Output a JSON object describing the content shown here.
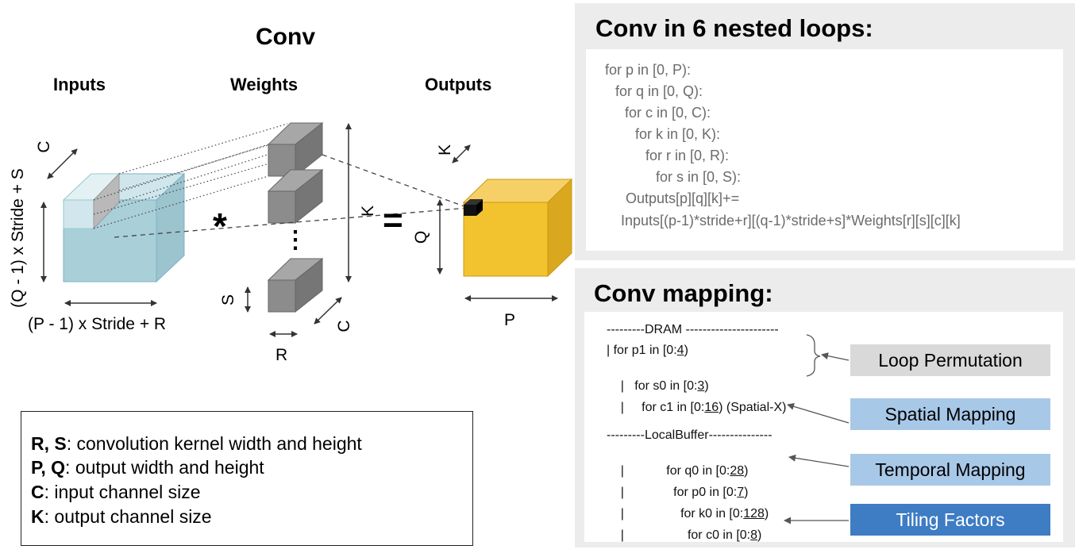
{
  "diagram": {
    "title": "Conv",
    "inputs_label": "Inputs",
    "weights_label": "Weights",
    "outputs_label": "Outputs",
    "input_dims": {
      "channel": "C",
      "height": "(Q - 1) x Stride + S",
      "width": "(P - 1) x Stride + R"
    },
    "weight_dims": {
      "count": "K",
      "height": "S",
      "width": "R",
      "channel": "C",
      "dots": "⋮"
    },
    "output_dims": {
      "channel": "K",
      "height": "Q",
      "width": "P"
    },
    "operator_conv": "*",
    "operator_eq": "="
  },
  "legend": [
    {
      "key": "R, S",
      "desc": ": convolution kernel width and height"
    },
    {
      "key": "P, Q",
      "desc": ": output width and height"
    },
    {
      "key": "C",
      "desc": ": input channel size"
    },
    {
      "key": "K",
      "desc": ": output channel size"
    }
  ],
  "loops_panel": {
    "title": "Conv in 6 nested loops:",
    "lines": [
      "for p in [0, P):",
      "for q in [0, Q):",
      "for c in [0, C):",
      "for k in [0, K):",
      "for r in [0, R):",
      "for s in [0, S):",
      "Outputs[p][q][k]+=",
      "Inputs[(p-1)*stride+r][(q-1)*stride+s]*Weights[r][s][c][k]"
    ]
  },
  "mapping_panel": {
    "title": "Conv mapping:",
    "dram_header": "---------DRAM ----------------------",
    "dram_loops": [
      {
        "prefix": "| for p1 in [0:",
        "factor": "4",
        "suffix": ")"
      },
      {
        "prefix": "|   for s0 in [0:",
        "factor": "3",
        "suffix": ")"
      },
      {
        "prefix": "|     for c1 in [0:",
        "factor": "16",
        "suffix": ") (Spatial-X)"
      }
    ],
    "buffer_header": "---------LocalBuffer---------------",
    "buffer_loops": [
      {
        "prefix": "|            for q0 in [0:",
        "factor": "28",
        "suffix": ")"
      },
      {
        "prefix": "|              for p0 in [0:",
        "factor": "7",
        "suffix": ")"
      },
      {
        "prefix": "|                for k0 in [0:",
        "factor": "128",
        "suffix": ")"
      },
      {
        "prefix": "|                  for c0 in [0:",
        "factor": "8",
        "suffix": ")"
      }
    ],
    "tags": {
      "loop_permutation": "Loop Permutation",
      "spatial_mapping": "Spatial Mapping",
      "temporal_mapping": "Temporal Mapping",
      "tiling_factors": "Tiling Factors"
    }
  },
  "colors": {
    "input_cube": "#a9cfd9",
    "input_top": "#cfe6ed",
    "weight_block": "#8c8c8c",
    "output_cube": "#f2c22f",
    "output_side": "#d9a81e",
    "panel_bg": "#ececec",
    "tag_gray": "#d9d9d9",
    "tag_light_blue": "#a8c8e8",
    "tag_blue": "#3e7cc4"
  }
}
